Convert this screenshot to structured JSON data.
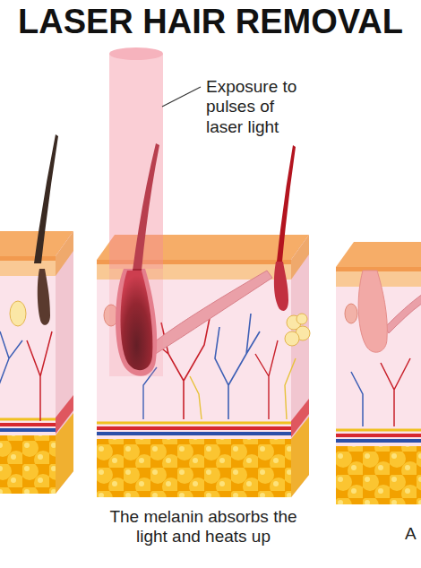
{
  "diagram": {
    "title": "LASER HAIR REMOVAL",
    "labels": [
      "Exposure to pulses of laser light",
      "The melanin absorbs the light and heats up",
      "A"
    ]
  }
}
